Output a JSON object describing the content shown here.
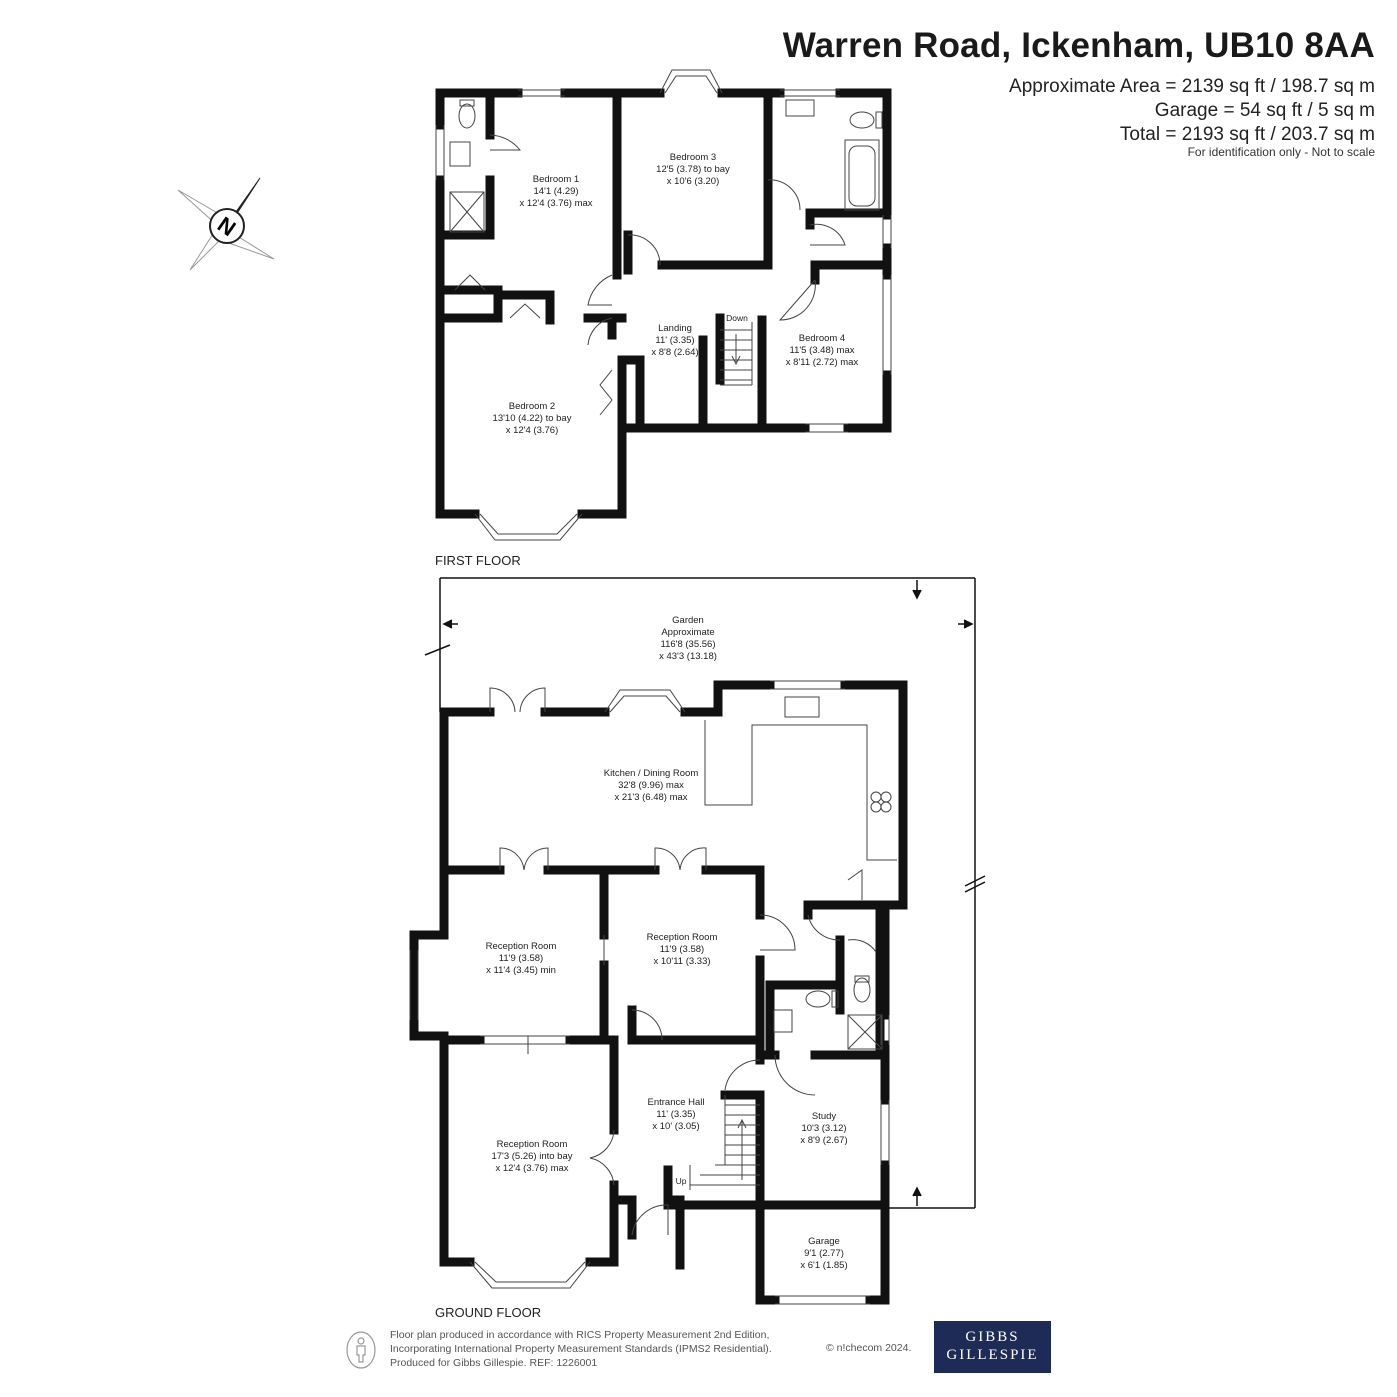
{
  "header": {
    "title": "Warren Road, Ickenham, UB10 8AA",
    "approx_area": "Approximate Area = 2139 sq ft / 198.7 sq m",
    "garage_area": "Garage = 54 sq ft / 5 sq m",
    "total_area": "Total = 2193 sq ft / 203.7 sq m",
    "note": "For identification only - Not to scale"
  },
  "compass": {
    "label": "N"
  },
  "floors": {
    "first": "FIRST FLOOR",
    "ground": "GROUND FLOOR"
  },
  "first_floor": {
    "bedroom1": {
      "name": "Bedroom 1",
      "dim1": "14'1 (4.29)",
      "dim2": "x 12'4 (3.76) max"
    },
    "bedroom3": {
      "name": "Bedroom 3",
      "dim1": "12'5 (3.78) to bay",
      "dim2": "x 10'6 (3.20)"
    },
    "bedroom2": {
      "name": "Bedroom 2",
      "dim1": "13'10 (4.22) to bay",
      "dim2": "x 12'4 (3.76)"
    },
    "landing": {
      "name": "Landing",
      "dim1": "11' (3.35)",
      "dim2": "x 8'8 (2.64)"
    },
    "bedroom4": {
      "name": "Bedroom 4",
      "dim1": "11'5 (3.48) max",
      "dim2": "x 8'11 (2.72) max"
    },
    "stairs_label": "Down"
  },
  "ground_floor": {
    "garden": {
      "name": "Garden",
      "dim0": "Approximate",
      "dim1": "116'8 (35.56)",
      "dim2": "x 43'3 (13.18)"
    },
    "kitchen": {
      "name": "Kitchen / Dining Room",
      "dim1": "32'8 (9.96) max",
      "dim2": "x 21'3 (6.48) max"
    },
    "reception_left": {
      "name": "Reception Room",
      "dim1": "11'9 (3.58)",
      "dim2": "x 11'4 (3.45) min"
    },
    "reception_mid": {
      "name": "Reception Room",
      "dim1": "11'9 (3.58)",
      "dim2": "x 10'11 (3.33)"
    },
    "reception_front": {
      "name": "Reception Room",
      "dim1": "17'3 (5.26) into bay",
      "dim2": "x 12'4 (3.76) max"
    },
    "entrance": {
      "name": "Entrance Hall",
      "dim1": "11' (3.35)",
      "dim2": "x 10' (3.05)"
    },
    "study": {
      "name": "Study",
      "dim1": "10'3 (3.12)",
      "dim2": "x 8'9 (2.67)"
    },
    "garage": {
      "name": "Garage",
      "dim1": "9'1 (2.77)",
      "dim2": "x 6'1 (1.85)"
    },
    "stairs_label": "Up"
  },
  "footer": {
    "line1": "Floor plan produced in accordance with RICS Property Measurement 2nd Edition,",
    "line2": "Incorporating International Property Measurement Standards (IPMS2 Residential).",
    "line3": "Produced for Gibbs Gillespie.   REF:  1226001",
    "copyright": "© n!checom 2024.",
    "logo_line1": "GIBBS",
    "logo_line2": "GILLESPIE"
  },
  "colors": {
    "wall": "#111111",
    "logo_bg": "#1f2b57",
    "fixture": "#555555"
  }
}
